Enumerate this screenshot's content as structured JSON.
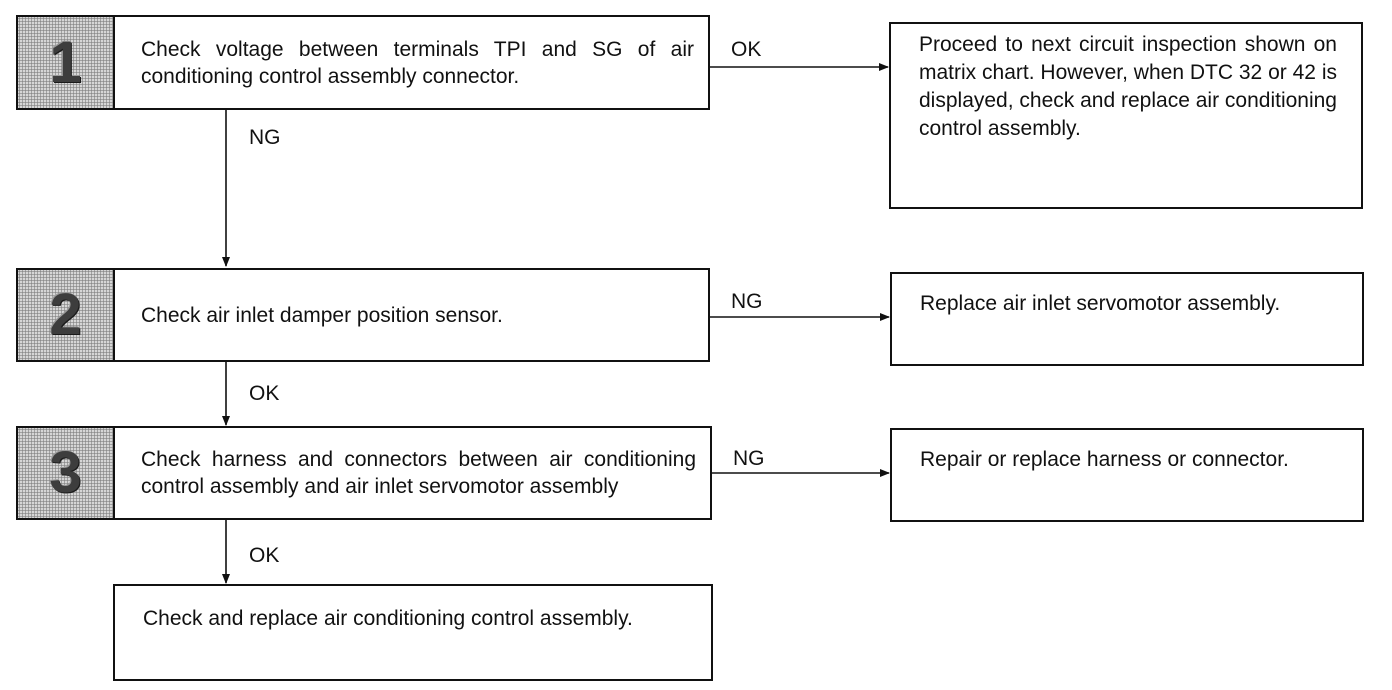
{
  "steps": [
    {
      "number": "1",
      "text": "Check voltage between terminals TPI and SG of air conditioning control assembly connector.",
      "ok_label": "OK",
      "ng_label": "NG",
      "ok_result": "Proceed to next circuit inspection shown on matrix chart. However, when DTC 32 or 42 is displayed, check and replace air conditioning control assembly."
    },
    {
      "number": "2",
      "text": "Check air inlet damper position sensor.",
      "ng_label": "NG",
      "ok_label": "OK",
      "ng_result": "Replace air inlet servomotor assembly."
    },
    {
      "number": "3",
      "text": "Check harness and connectors between air conditioning control assembly and air inlet servomotor assembly",
      "ng_label": "NG",
      "ok_label": "OK",
      "ng_result": "Repair or replace harness or connector."
    }
  ],
  "final_action": "Check and replace air conditioning control assembly."
}
